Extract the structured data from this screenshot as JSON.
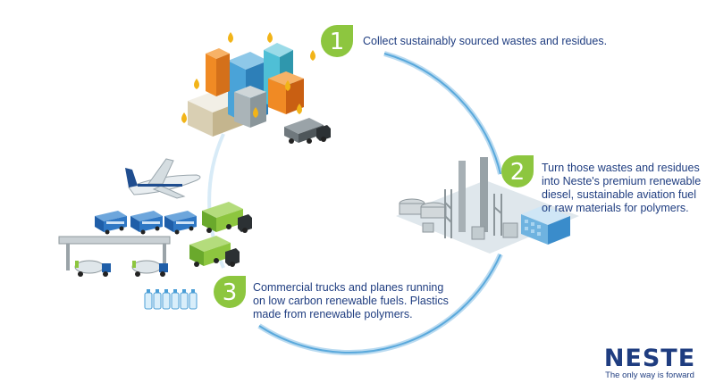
{
  "steps": [
    {
      "number": "1",
      "text": "Collect sustainably sourced wastes and residues."
    },
    {
      "number": "2",
      "text": "Turn those wastes and residues\ninto Neste's premium renewable\ndiesel, sustainable aviation fuel\nor raw materials for polymers."
    },
    {
      "number": "3",
      "text": "Commercial trucks and planes running\non low carbon renewable fuels. Plastics\nmade from renewable polymers."
    }
  ],
  "brand": {
    "name": "NESTE",
    "tagline": "The only way is forward"
  },
  "colors": {
    "accent_green": "#8dc63f",
    "text_blue": "#1f3d80",
    "cycle_blue": "#5aa9dc"
  },
  "icons": [
    "city-icon",
    "oil-drop-icon",
    "tanker-truck-icon",
    "refinery-icon",
    "airplane-icon",
    "bus-icon",
    "cargo-truck-icon",
    "fuel-station-icon",
    "water-bottles-icon"
  ]
}
